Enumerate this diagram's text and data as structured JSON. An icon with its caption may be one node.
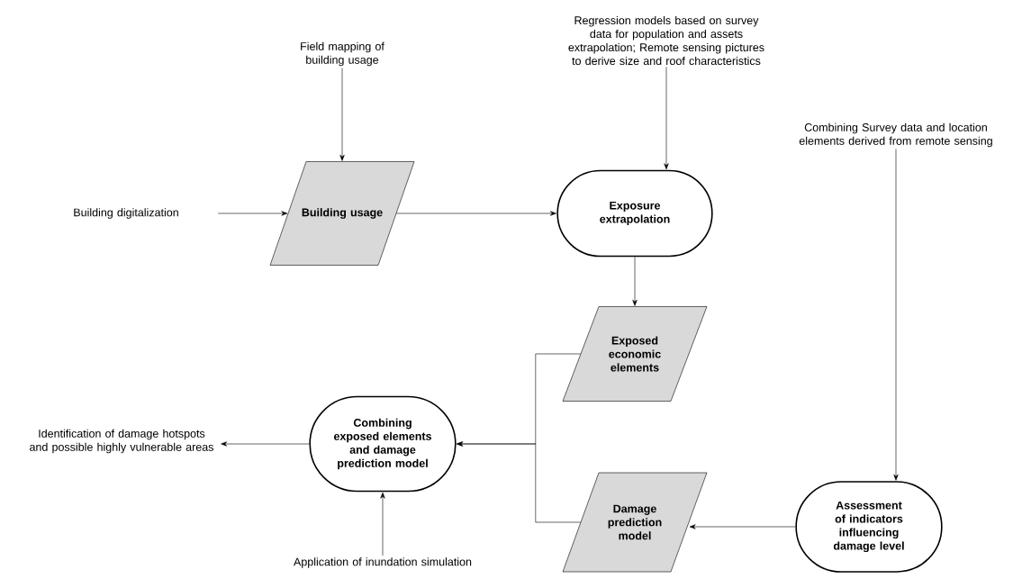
{
  "diagram": {
    "nodes": [
      {
        "text": [
          "Field mapping of building usage"
        ]
      },
      {
        "text": [
          "Regression models based on survey data for population and assets extrapolation; Remote sensing pictures to derive size and roof characteristics"
        ]
      },
      {
        "text": [
          "Building digitalization"
        ]
      },
      {
        "text": [
          "Building usage"
        ]
      },
      {
        "text": [
          "Exposure extrapolation"
        ]
      },
      {
        "text": [
          "Exposed economic elements"
        ]
      },
      {
        "text": [
          "Combining Survey data and location elements derived from remote sensing"
        ]
      },
      {
        "text": [
          "Identification of damage hotspots and possible highly vulnerable areas"
        ]
      },
      {
        "text": [
          "Combining exposed elements and damage prediction model"
        ]
      },
      {
        "text": [
          "Damage prediction model"
        ]
      },
      {
        "text": [
          "Assessment of indicators influencing damage level"
        ]
      },
      {
        "text": [
          "Application of inundation simulation"
        ]
      }
    ],
    "edges": [
      {
        "from": 0,
        "to": 3,
        "arrow": "to"
      },
      {
        "from": 1,
        "to": 4,
        "arrow": "to"
      },
      {
        "from": 2,
        "to": 3,
        "arrow": "to"
      },
      {
        "from": 3,
        "to": 4,
        "arrow": "to"
      },
      {
        "from": 4,
        "to": 5,
        "arrow": "to"
      },
      {
        "from": 5,
        "to": 8,
        "arrow": "to"
      },
      {
        "from": 9,
        "to": 8,
        "arrow": "to"
      },
      {
        "from": 6,
        "to": 10,
        "arrow": "to"
      },
      {
        "from": 10,
        "to": 9,
        "arrow": "to"
      },
      {
        "from": 8,
        "to": 7,
        "arrow": "to"
      },
      {
        "from": 11,
        "to": 8,
        "arrow": "to"
      }
    ]
  }
}
